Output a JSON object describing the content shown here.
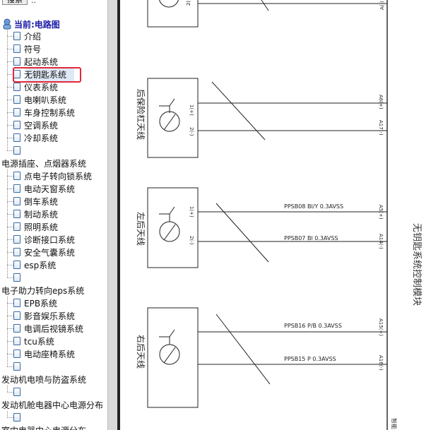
{
  "search": {
    "button_label": "搜索",
    "extra": ".."
  },
  "tree": {
    "root_label": "当前:电路图",
    "group1": [
      "介绍",
      "符号",
      "起动系统",
      "无钥匙系统",
      "仪表系统",
      "电喇叭系统",
      "车身控制系统",
      "空调系统",
      "冷却系统"
    ],
    "selected": "无钥匙系统",
    "cat1": "电源插座、点烟器系统",
    "group2": [
      "点电子转向锁系统",
      "电动天窗系统",
      "倒车系统",
      "制动系统",
      "照明系统",
      "诊断接口系统",
      "安全气囊系统",
      "esp系统"
    ],
    "cat2": "电子助力转向eps系统",
    "group3": [
      "EPB系统",
      "影音娱乐系统",
      "电调后视镜系统",
      "tcu系统",
      "电动座椅系统"
    ],
    "cat3": "发动机电喷与防盗系统",
    "cat4": "发动机舱电器中心电源分布",
    "cat5": "室内电器中心电源分布"
  },
  "diagram": {
    "antennas": [
      "后保险杠天线",
      "左后天线",
      "右后天线"
    ],
    "pin_pos": "1(+)",
    "pin_neg": "2(-)",
    "top_pin": "2(-)",
    "top_right": "A(-)",
    "wires": [
      "PPSB08 Bl/Y 0.3AVSS",
      "PPSB07 Bl 0.3AVSS",
      "PPSB16 P/B 0.3AVSS",
      "PPSB15 P 0.3AVSS"
    ],
    "right_pins": [
      "A6(+)",
      "A17(-)",
      "A5(+)",
      "A14(-)",
      "A15(+)",
      "A16(-)"
    ],
    "module_title": "无钥匙系统控制模块",
    "bottom_label": "智能"
  }
}
